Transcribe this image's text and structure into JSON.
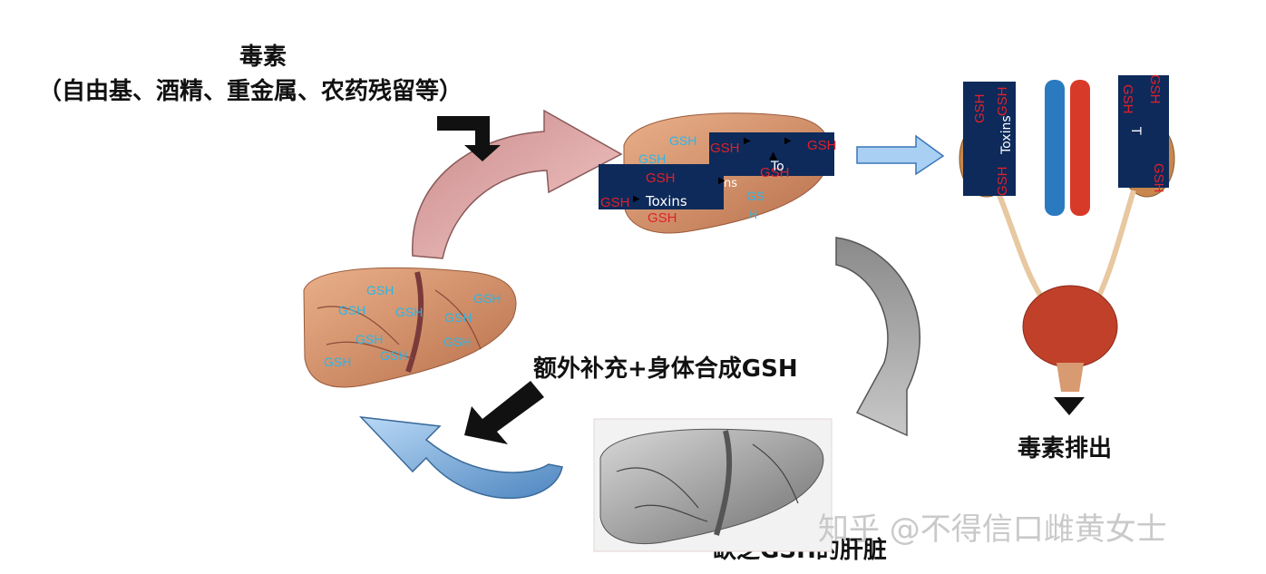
{
  "toxin_title": "毒素",
  "toxin_sources": "（自由基、酒精、重金属、农药残留等）",
  "supplement_label": "额外补充+身体合成GSH",
  "deficient_label": "缺乏GSH的肝脏",
  "excretion_label": "毒素排出",
  "watermark": "知乎 @不得信口雌黄女士",
  "gsh": "GSH",
  "toxins": "Toxins",
  "to": "To",
  "ns": "ns",
  "gs": "GS",
  "h": "H",
  "t": "T",
  "colors": {
    "navy": "#0d2a5a",
    "gsh_blue": "#2bb6e8",
    "gsh_red": "#e0202a"
  }
}
